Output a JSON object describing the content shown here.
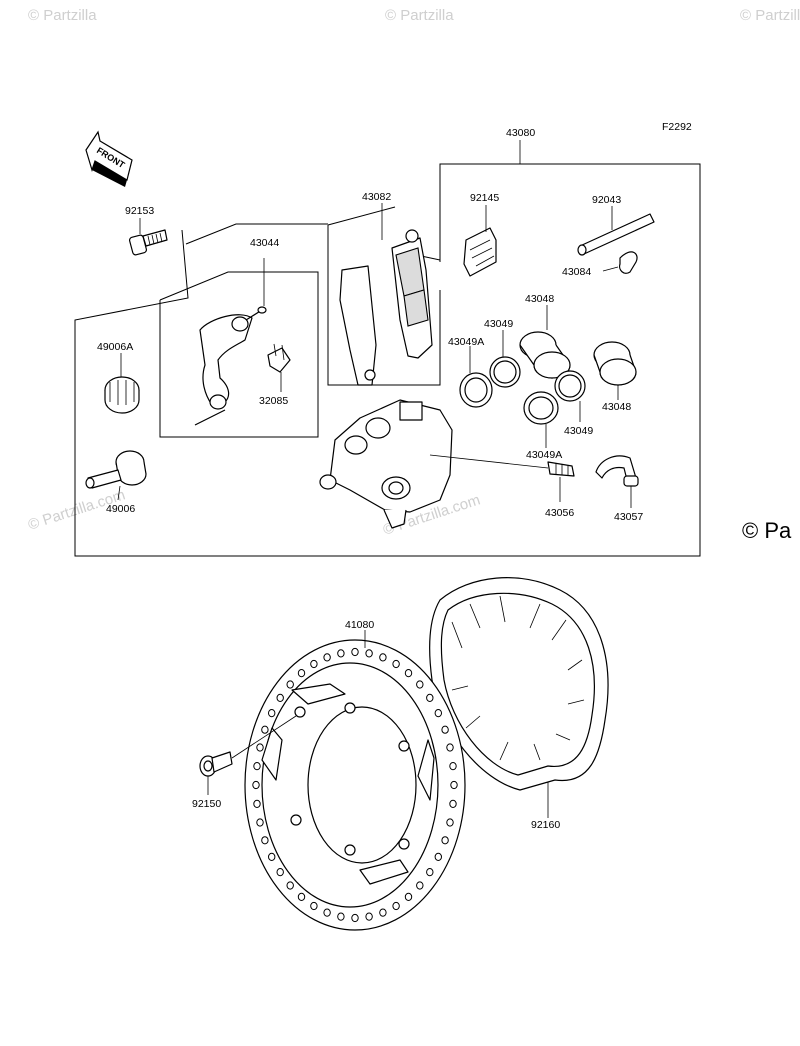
{
  "figure_code": "F2292",
  "watermark": {
    "text": "© Partzilla",
    "side_text": "© Pa",
    "url_text": "© Partzilla.com"
  },
  "front_arrow": {
    "text": "FRONT"
  },
  "part_numbers": {
    "p43080": "43080",
    "p43082": "43082",
    "p43044": "43044",
    "p92153": "92153",
    "p92145": "92145",
    "p92043": "92043",
    "p43084": "43084",
    "p43048a": "43048",
    "p43049a": "43049",
    "p43049Aa": "43049A",
    "p49006A": "49006A",
    "p32085": "32085",
    "p43048b": "43048",
    "p43049b": "43049",
    "p43049Ab": "43049A",
    "p49006": "49006",
    "p43056": "43056",
    "p43057": "43057",
    "p41080": "41080",
    "p92150": "92150",
    "p92160": "92160"
  }
}
